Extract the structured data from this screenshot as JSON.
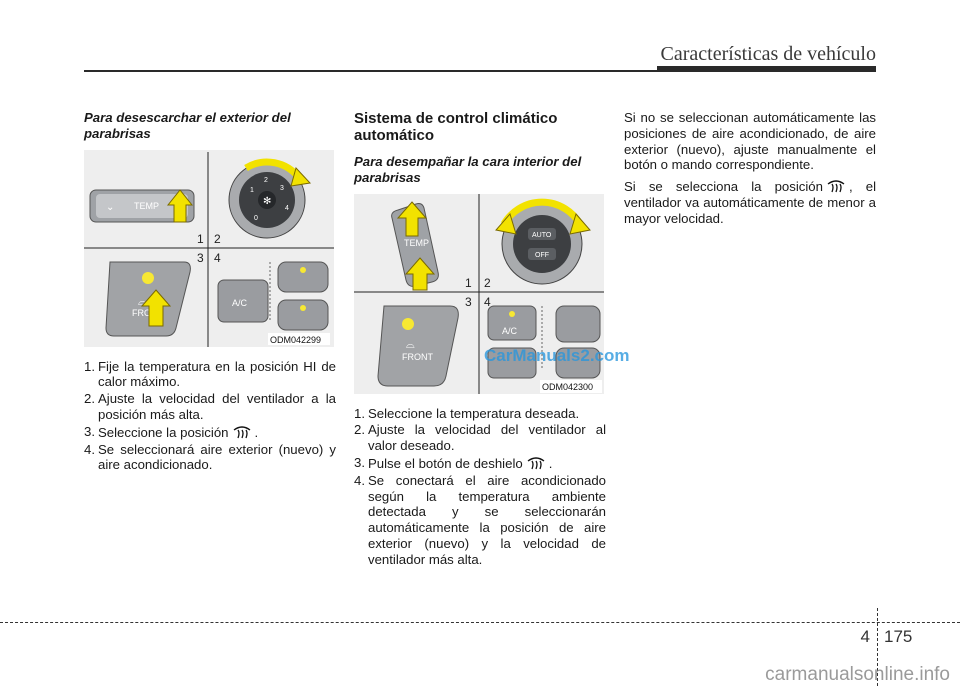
{
  "header": {
    "title": "Características de vehículo"
  },
  "col1": {
    "subheading": "Para desescarchar el exterior del parabrisas",
    "figure": {
      "code": "ODM042299",
      "quadrants": [
        "1",
        "2",
        "3",
        "4"
      ],
      "labels": {
        "temp": "TEMP",
        "front": "FRONT",
        "ac": "A/C"
      },
      "dial_numbers": [
        "0",
        "1",
        "2",
        "3",
        "4"
      ]
    },
    "steps": [
      {
        "num": "1.",
        "text": "Fije la temperatura en la posición HI de calor máximo."
      },
      {
        "num": "2.",
        "text": "Ajuste la velocidad del ventilador a la posición más alta."
      },
      {
        "num": "3.",
        "text_before": "Seleccione la posición",
        "text_after": "."
      },
      {
        "num": "4.",
        "text": "Se seleccionará aire exterior (nuevo) y aire acondicionado."
      }
    ]
  },
  "col2": {
    "heading": "Sistema de control climático automático",
    "subheading": "Para desempañar la cara interior del parabrisas",
    "figure": {
      "code": "ODM042300",
      "quadrants": [
        "1",
        "2",
        "3",
        "4"
      ],
      "labels": {
        "temp": "TEMP",
        "auto": "AUTO",
        "off": "OFF",
        "front": "FRONT",
        "ac": "A/C"
      }
    },
    "steps": [
      {
        "num": "1.",
        "text": "Seleccione la temperatura deseada."
      },
      {
        "num": "2.",
        "text": "Ajuste la velocidad del ventilador al valor deseado."
      },
      {
        "num": "3.",
        "text_before": "Pulse el botón de deshielo",
        "text_after": "."
      },
      {
        "num": "4.",
        "text": "Se conectará el aire acondicionado según la temperatura ambiente detectada y se seleccionarán automáticamente la posición de aire exterior (nuevo) y la velocidad de ventilador más alta."
      }
    ]
  },
  "col3": {
    "para1": "Si no se seleccionan automáticamente las posiciones de aire acondicionado, de aire exterior (nuevo), ajuste manualmente el botón o mando correspondiente.",
    "para2_before": "Si se selecciona la posición",
    "para2_after": ", el ventilador va automáticamente de menor a mayor velocidad."
  },
  "watermark": "CarManuals2.com",
  "footer": {
    "chapter": "4",
    "page": "175",
    "site": "carmanualsonline.info"
  }
}
